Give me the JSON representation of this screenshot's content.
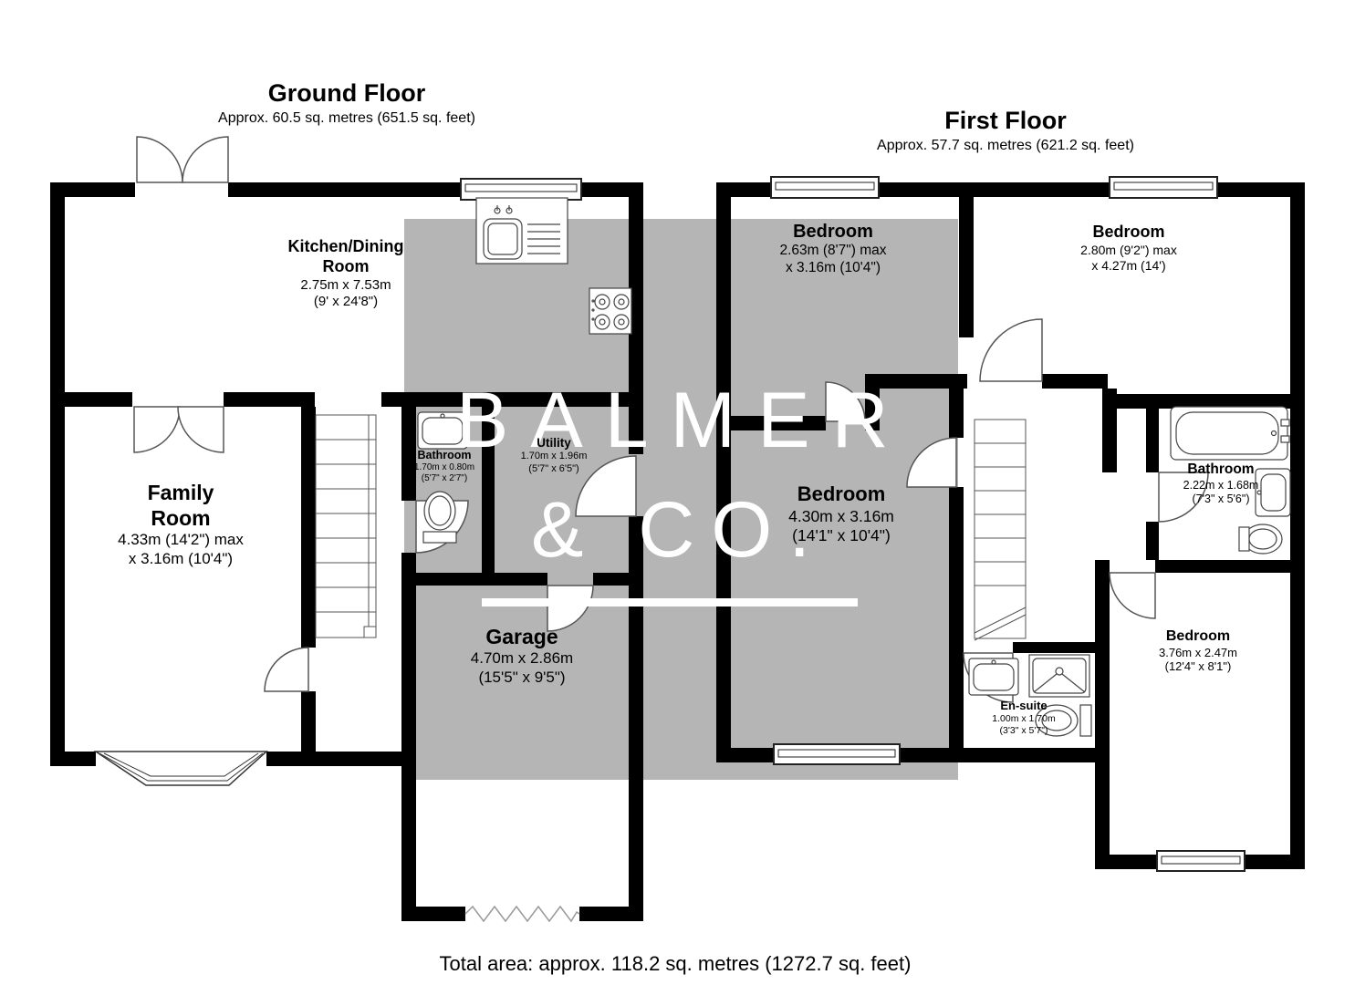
{
  "ground_floor": {
    "title": "Ground Floor",
    "subtitle": "Approx. 60.5 sq. metres (651.5 sq. feet)",
    "rooms": {
      "kitchen": {
        "name": "Kitchen/Dining Room",
        "size_line1": "2.75m x 7.53m",
        "size_line2": "(9' x 24'8\")"
      },
      "family": {
        "name": "Family Room",
        "size_line1": "4.33m (14'2\") max",
        "size_line2": "x 3.16m (10'4\")"
      },
      "bathroom": {
        "name": "Bathroom",
        "size_line1": "1.70m x 0.80m",
        "size_line2": "(5'7\" x 2'7\")"
      },
      "utility": {
        "name": "Utility",
        "size_line1": "1.70m x 1.96m",
        "size_line2": "(5'7\" x 6'5\")"
      },
      "garage": {
        "name": "Garage",
        "size_line1": "4.70m x 2.86m",
        "size_line2": "(15'5\" x 9'5\")"
      }
    }
  },
  "first_floor": {
    "title": "First Floor",
    "subtitle": "Approx. 57.7 sq. metres (621.2 sq. feet)",
    "rooms": {
      "bedroom1": {
        "name": "Bedroom",
        "size_line1": "2.63m (8'7\") max",
        "size_line2": "x 3.16m (10'4\")"
      },
      "bedroom2": {
        "name": "Bedroom",
        "size_line1": "2.80m (9'2\") max",
        "size_line2": "x 4.27m (14')"
      },
      "bedroom3": {
        "name": "Bedroom",
        "size_line1": "4.30m x 3.16m",
        "size_line2": "(14'1\" x 10'4\")"
      },
      "bathroom": {
        "name": "Bathroom",
        "size_line1": "2.22m x 1.68m",
        "size_line2": "(7'3\" x 5'6\")"
      },
      "ensuite": {
        "name": "En-suite",
        "size_line1": "1.00m x 1.70m",
        "size_line2": "(3'3\" x 5'7\")"
      },
      "bedroom4": {
        "name": "Bedroom",
        "size_line1": "3.76m x 2.47m",
        "size_line2": "(12'4\" x 8'1\")"
      }
    }
  },
  "watermark": {
    "line1": "BALMER",
    "line2": "& CO.",
    "color": "#ffffff"
  },
  "footer": {
    "total_area": "Total area: approx. 118.2 sq. metres (1272.7 sq. feet)"
  },
  "colors": {
    "wall": "#000000",
    "watermark_band": "#b5b5b5",
    "fixture_stroke": "#444444"
  }
}
